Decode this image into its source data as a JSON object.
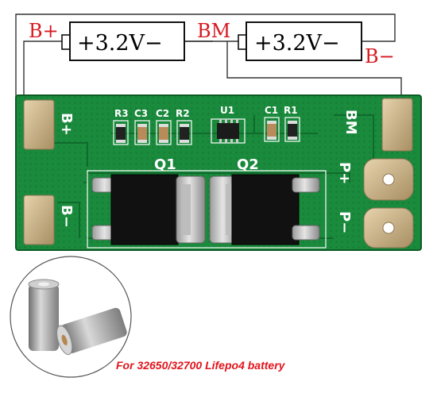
{
  "diagram": {
    "labels": {
      "b_plus": "B+",
      "bm": "BM",
      "b_minus": "B−"
    },
    "batteries": [
      {
        "label": "+3.2V−"
      },
      {
        "label": "+3.2V−"
      }
    ]
  },
  "board": {
    "components": [
      "R3",
      "C3",
      "C2",
      "R2",
      "U1",
      "C1",
      "R1"
    ],
    "mosfets": [
      "Q1",
      "Q2"
    ],
    "pads": {
      "left_top": "B+",
      "left_bottom": "B−",
      "right_top": "BM",
      "right_p_plus": "P+",
      "right_p_minus": "P−"
    },
    "colors": {
      "pcb": "#1a8a3c",
      "pcb_dark": "#0f6b2c",
      "silkscreen": "#ffffff",
      "pad": "#c9b28c"
    }
  },
  "caption": "For 32650/32700 Lifepo4 battery",
  "colors": {
    "label_red": "#d71920",
    "caption_red": "#e2141c"
  }
}
